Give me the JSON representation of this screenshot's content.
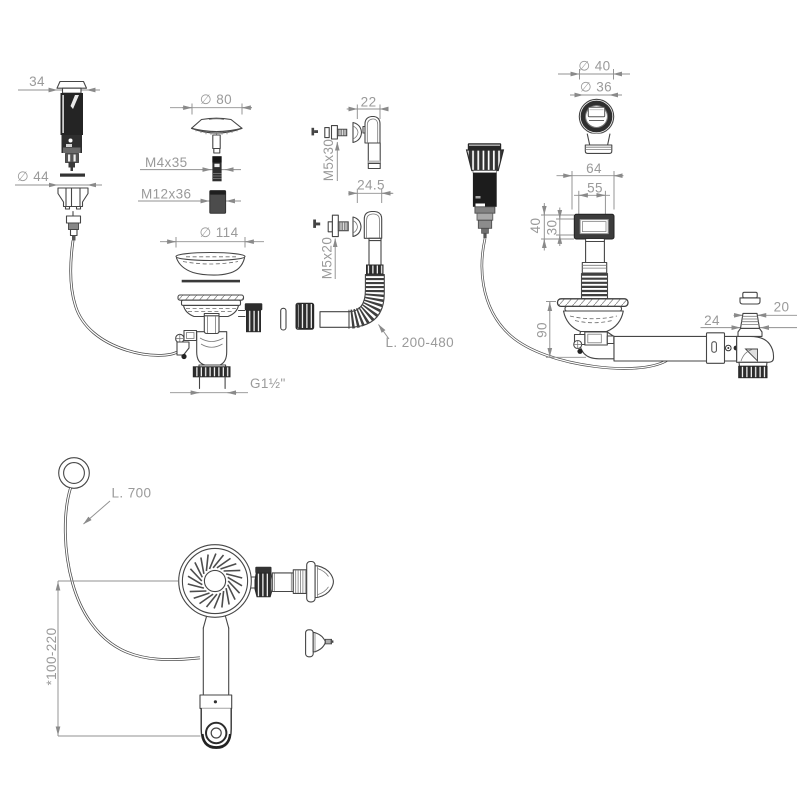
{
  "figure": {
    "type": "technical-diagram",
    "subject": "sink pop-up waste drain kit exploded and assembly views",
    "background": "#ffffff",
    "line_color": "#464646",
    "dimension_color": "#909090",
    "text_color": "#9a9a9a"
  },
  "labels": {
    "actuator_width": "34",
    "actuator_nut_diameter": "∅ 44",
    "cap_diameter": "∅ 80",
    "screw_m4": "M4x35",
    "stud_m12": "M12x36",
    "basket_diameter": "∅ 114",
    "outlet_thread": "G1½\"",
    "elbow1_width": "22",
    "screw_m5x30": "M5x30",
    "elbow2_width": "24.5",
    "screw_m5x20": "M5x20",
    "hose_length": "L. 200-480",
    "ring_outer_diameter": "∅ 40",
    "ring_inner_diameter": "∅ 36",
    "frame_width": "64",
    "window_width": "55",
    "frame_height": "40",
    "window_height": "30",
    "body_height": "90",
    "nipple_base": "24",
    "nipple_thread": "20",
    "cable_length": "L. 700",
    "adjust_range": "*100-220"
  }
}
